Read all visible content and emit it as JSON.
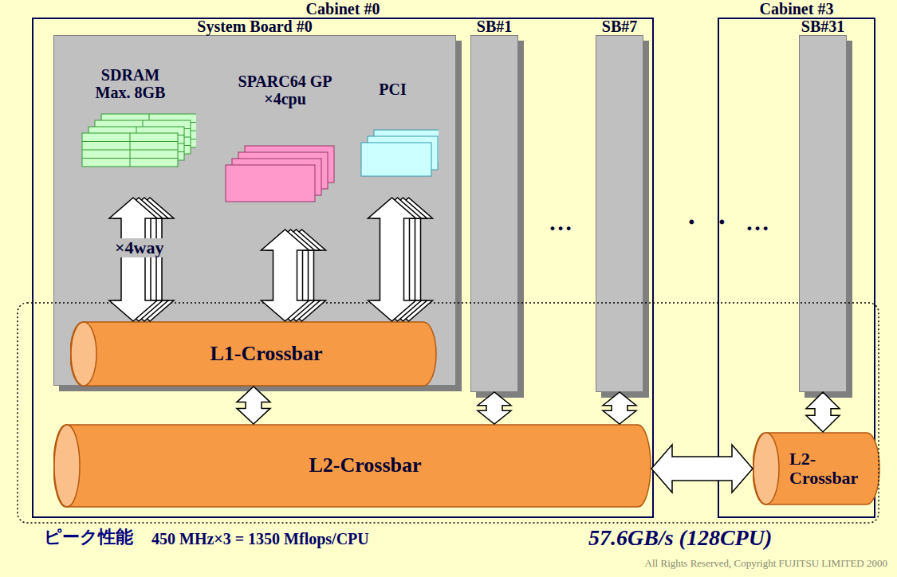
{
  "diagram": {
    "nodes": [
      {
        "text": [
          "Cabinet #0"
        ]
      },
      {
        "text": [
          "System Board #0"
        ],
        "in": 0
      },
      {
        "text": [
          "SDRAM Max. 8GB"
        ],
        "in": 1
      },
      {
        "text": [
          "SPARC64 GP ×4cpu"
        ],
        "in": 1
      },
      {
        "text": [
          "PCI"
        ],
        "in": 1
      },
      {
        "text": [
          "L1-Crossbar"
        ],
        "in": 1
      },
      {
        "text": [
          "SB#1"
        ],
        "in": 0
      },
      {
        "text": [
          "SB#7"
        ],
        "in": 0
      },
      {
        "text": [
          "L2-Crossbar"
        ],
        "in": 0
      },
      {
        "text": [
          "Cabinet #3"
        ]
      },
      {
        "text": [
          "SB#31"
        ],
        "in": 9
      },
      {
        "text": [
          "L2- Crossbar"
        ],
        "in": 9
      }
    ],
    "edges": [
      {
        "from": 2,
        "to": 5,
        "arrow": "both",
        "label": "×4way"
      },
      {
        "from": 3,
        "to": 5,
        "arrow": "both"
      },
      {
        "from": 4,
        "to": 5,
        "arrow": "both"
      },
      {
        "from": 5,
        "to": 8,
        "arrow": "both"
      },
      {
        "from": 6,
        "to": 8,
        "arrow": "both"
      },
      {
        "from": 7,
        "to": 8,
        "arrow": "both"
      },
      {
        "from": 8,
        "to": 11,
        "arrow": "both"
      },
      {
        "from": 10,
        "to": 11,
        "arrow": "both"
      }
    ],
    "labels": [
      "…",
      "・ ・",
      "…",
      "ピーク性能",
      "450 MHz×3 = 1350 Mflops/CPU",
      "57.6GB/s (128CPU)",
      "All Rights Reserved, Copyright FUJITSU LIMITED 2000"
    ]
  }
}
